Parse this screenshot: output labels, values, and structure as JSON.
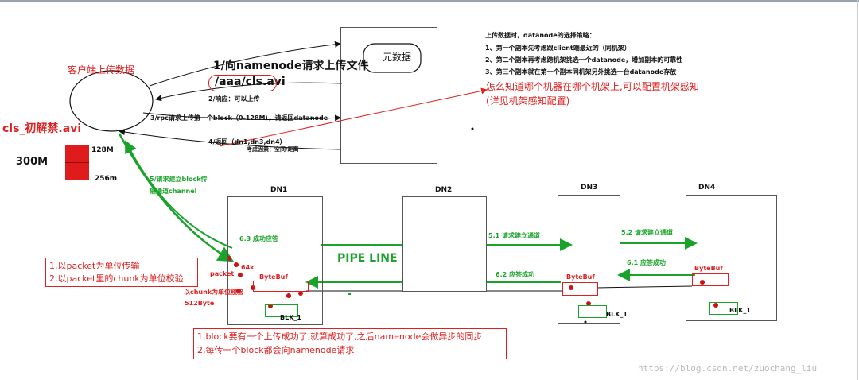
{
  "client": {
    "label": "客户端上传数据",
    "file_name": "cls_初解禁.avi",
    "file_size": "300M",
    "block_1": "128M",
    "block_2": "256m"
  },
  "namenode": {
    "label": "元数据"
  },
  "steps": {
    "s1": "1/向namenode请求上传文件",
    "path": "/aaa/cls.avi",
    "s2": "2/响应：可以上传",
    "s3": "3/rpc请求上传第一个block（0-128M），请返回datanode",
    "s4": "4/返回（dn1,dn3,dn4）",
    "s4_note": "考虑因素：空间/距离",
    "s5_line1": "5/请求建立block传",
    "s5_line2": "输通道channel"
  },
  "strategy": {
    "title": "上传数据时，datanode的选择策略：",
    "item1": "1、第一个副本先考虑跟client端最近的（同机架）",
    "item2": "2、第二个副本再考虑跨机架挑选一个datanode，增加副本的可靠性",
    "item3": "3、第三个副本就在第一个副本同机架另外挑选一台datanode存放"
  },
  "rack_note": {
    "line1": "怎么知道哪个机器在哪个机架上,可以配置机架感知",
    "line2": "(详见机架感知配置)"
  },
  "datanodes": [
    "DN1",
    "DN2",
    "DN3",
    "DN4"
  ],
  "pipeline": {
    "title": "PIPE LINE",
    "a51": "5.1  请求建立通道",
    "a52": "5.2    请求建立通道",
    "a61": "6.1      应答成功",
    "a62": "6.2 应答成功",
    "a63": "6.3 成功应答"
  },
  "dn1": {
    "size_64k": "64k",
    "packet": "packet",
    "bytebuf": "ByteBuf",
    "chunk_note": "以chunk为单位校验",
    "chunk_size": "512Byte",
    "blk": "BLK_1"
  },
  "dn3": {
    "bytebuf": "ByteBuf",
    "blk": "BLK_1"
  },
  "dn4": {
    "bytebuf": "ByteBuf",
    "blk": "BLK_1"
  },
  "note_packet": {
    "line1": "1,以packet为单位传输",
    "line2": "2,以packet里的chunk为单位校验"
  },
  "note_block": {
    "line1": "1,block要有一个上传成功了,就算成功了,之后namenode会做异步的同步",
    "line2": "2,每传一个block都会向namenode请求"
  },
  "watermark": "https://blog.csdn.net/zuochang_liu",
  "colors": {
    "red": "#e02020",
    "green": "#1aa32a",
    "black": "#111111"
  }
}
